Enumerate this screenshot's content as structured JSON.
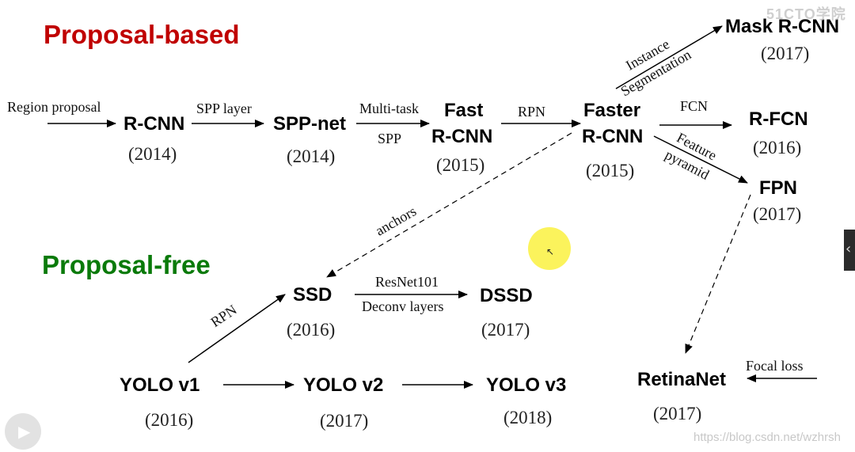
{
  "sections": {
    "proposal_based": {
      "label": "Proposal-based",
      "color": "#c00000"
    },
    "proposal_free": {
      "label": "Proposal-free",
      "color": "#0a7a0a"
    }
  },
  "nodes": {
    "rcnn": {
      "name": "R-CNN",
      "year": "(2014)"
    },
    "sppnet": {
      "name": "SPP-net",
      "year": "(2014)"
    },
    "fast_rcnn": {
      "name_line1": "Fast",
      "name_line2": "R-CNN",
      "year": "(2015)"
    },
    "faster_rcnn": {
      "name_line1": "Faster",
      "name_line2": "R-CNN",
      "year": "(2015)"
    },
    "mask_rcnn": {
      "name": "Mask R-CNN",
      "year": "(2017)"
    },
    "rfcn": {
      "name": "R-FCN",
      "year": "(2016)"
    },
    "fpn": {
      "name": "FPN",
      "year": "(2017)"
    },
    "ssd": {
      "name": "SSD",
      "year": "(2016)"
    },
    "dssd": {
      "name": "DSSD",
      "year": "(2017)"
    },
    "yolo_v1": {
      "name": "YOLO v1",
      "year": "(2016)"
    },
    "yolo_v2": {
      "name": "YOLO v2",
      "year": "(2017)"
    },
    "yolo_v3": {
      "name": "YOLO v3",
      "year": "(2018)"
    },
    "retinanet": {
      "name": "RetinaNet",
      "year": "(2017)"
    }
  },
  "edge_labels": {
    "region_proposal": "Region proposal",
    "spp_layer": "SPP layer",
    "multi_task": "Multi-task",
    "spp": "SPP",
    "rpn_top": "RPN",
    "instance": "Instance",
    "segmentation": "Segmentation",
    "fcn": "FCN",
    "feature": "Feature",
    "pyramid": "pyramid",
    "anchors": "anchors",
    "resnet101": "ResNet101",
    "deconv_layers": "Deconv layers",
    "rpn_yolo": "RPN",
    "focal_loss": "Focal loss"
  },
  "overlay": {
    "watermark_bottom": "https://blog.csdn.net/wzhrsh",
    "watermark_top": "51CTO学院",
    "side_tab_icon": "chevron-left-icon",
    "play_icon": "play-icon"
  }
}
